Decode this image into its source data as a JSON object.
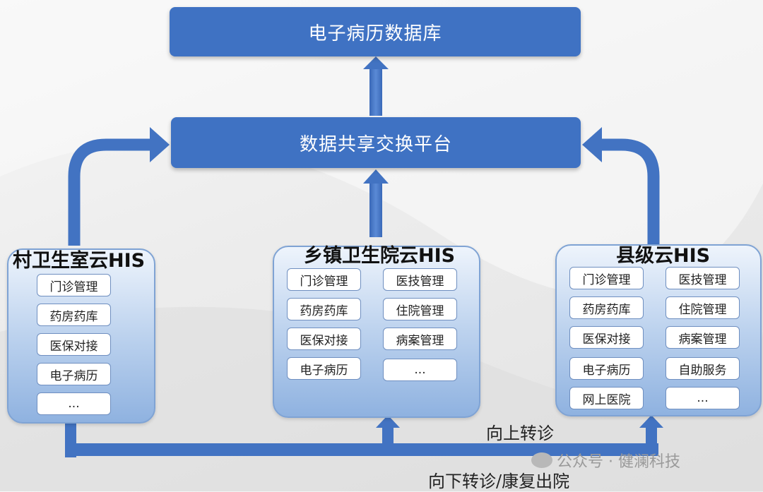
{
  "top": {
    "database": "电子病历数据库",
    "platform": "数据共享交换平台"
  },
  "village": {
    "title": "村卫生室云HIS",
    "items": [
      "门诊管理",
      "药房药库",
      "医保对接",
      "电子病历",
      "..."
    ]
  },
  "township": {
    "title": "乡镇卫生院云HIS",
    "col1": [
      "门诊管理",
      "药房药库",
      "医保对接",
      "电子病历"
    ],
    "col2": [
      "医技管理",
      "住院管理",
      "病案管理",
      "..."
    ]
  },
  "county": {
    "title": "县级云HIS",
    "col1": [
      "门诊管理",
      "药房药库",
      "医保对接",
      "电子病历",
      "网上医院"
    ],
    "col2": [
      "医技管理",
      "住院管理",
      "病案管理",
      "自助服务",
      "..."
    ]
  },
  "labels": {
    "referral_up": "向上转诊",
    "referral_down": "向下转诊/康复出院"
  },
  "watermark": {
    "text": "公众号 · 健澜科技"
  },
  "colors": {
    "banner": "#3f72c3",
    "arrow": "#4273c2"
  }
}
